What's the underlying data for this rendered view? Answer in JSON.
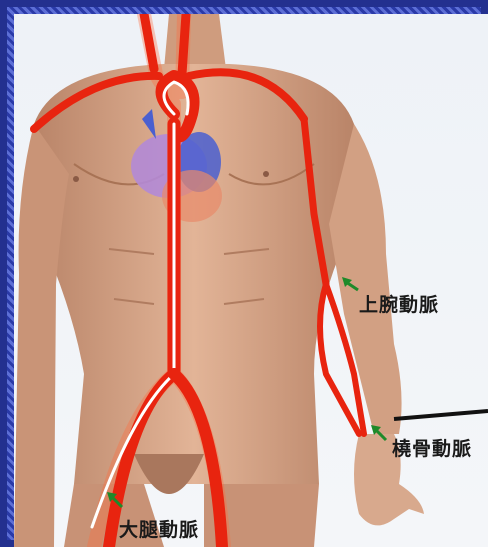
{
  "labels": {
    "brachial": "上腕動脈",
    "radial": "橈骨動脈",
    "femoral": "大腿動脈"
  },
  "colors": {
    "artery": "#e8240f",
    "artery_glow": "#ff6a3d",
    "skin": "#d9a98a",
    "skin_shadow": "#b98468",
    "pointer": "#1e8a2a",
    "heart_purple": "#b38ad6",
    "heart_blue": "#4a5fd0"
  },
  "icons": {
    "pointer": "arrow-icon"
  }
}
